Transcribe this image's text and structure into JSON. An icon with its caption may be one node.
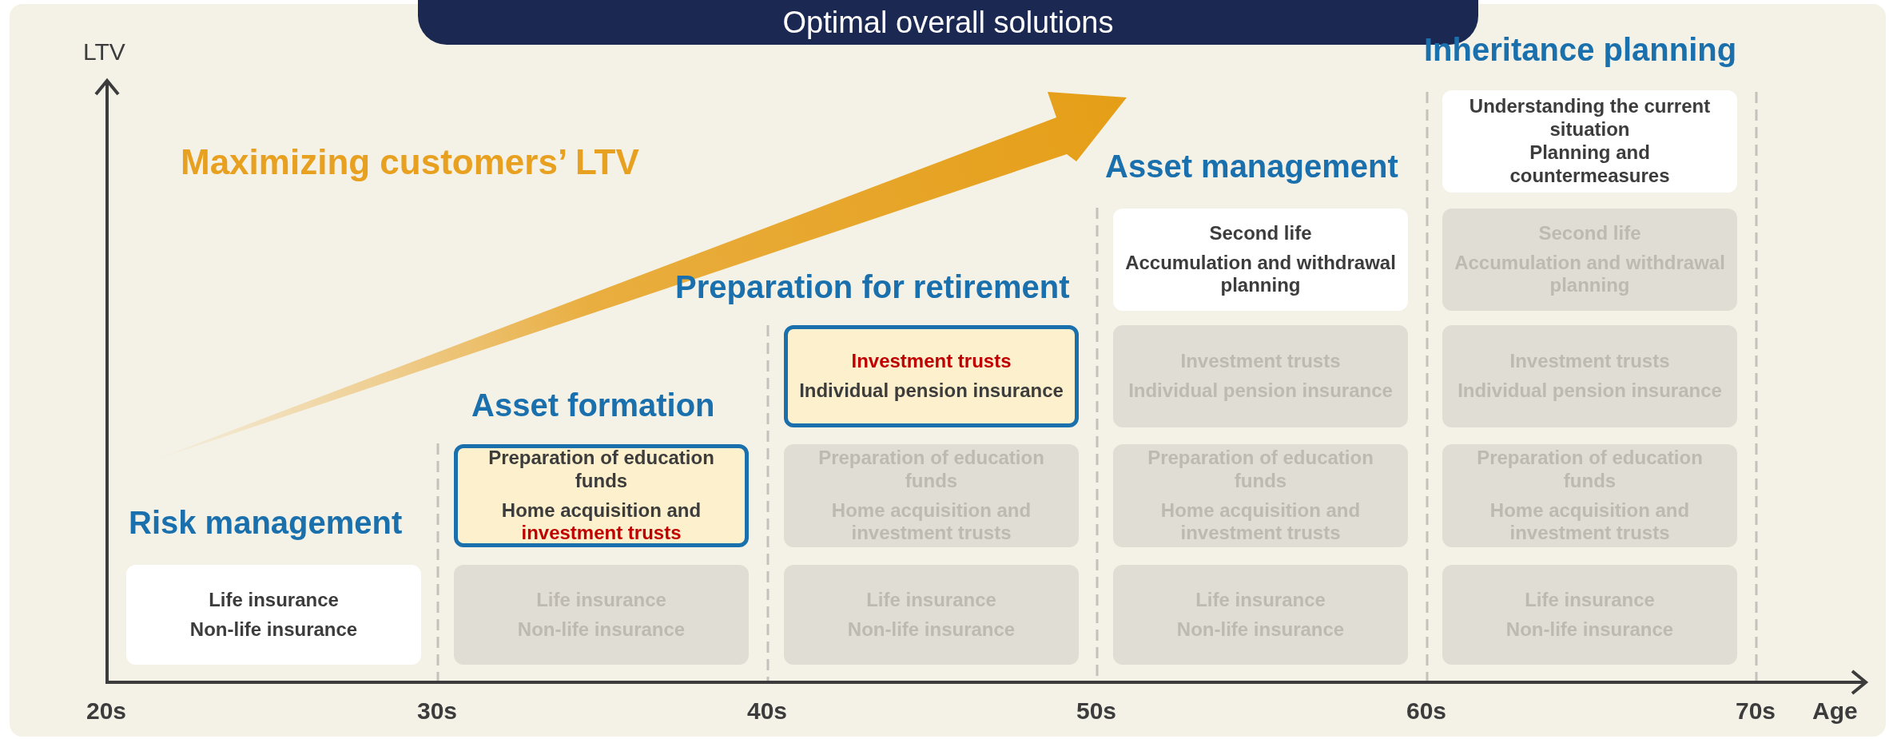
{
  "diagram": {
    "title": "Optimal overall solutions",
    "nodes": [
      {
        "text": [
          "Life insurance",
          "Non-life insurance"
        ],
        "beside": [
          "Risk management"
        ]
      },
      {
        "text": [
          "Life insurance",
          "Non-life insurance"
        ]
      },
      {
        "text": [
          "Preparation of education funds",
          "Home acquisition and",
          "investment trusts"
        ],
        "beside": [
          "Asset formation"
        ]
      },
      {
        "text": [
          "Life insurance",
          "Non-life insurance"
        ]
      },
      {
        "text": [
          "Preparation of education funds",
          "Home acquisition and investment trusts"
        ]
      },
      {
        "text": [
          "Investment trusts",
          "Individual pension insurance"
        ],
        "beside": [
          "Preparation for retirement"
        ]
      },
      {
        "text": [
          "Life insurance",
          "Non-life insurance"
        ]
      },
      {
        "text": [
          "Preparation of education funds",
          "Home acquisition and investment trusts"
        ]
      },
      {
        "text": [
          "Investment trusts",
          "Individual pension insurance"
        ]
      },
      {
        "text": [
          "Second life",
          "Accumulation and withdrawal planning"
        ],
        "beside": [
          "Asset management"
        ]
      },
      {
        "text": [
          "Life insurance",
          "Non-life insurance"
        ]
      },
      {
        "text": [
          "Preparation of education funds",
          "Home acquisition and investment trusts"
        ]
      },
      {
        "text": [
          "Investment trusts",
          "Individual pension insurance"
        ]
      },
      {
        "text": [
          "Second life",
          "Accumulation and withdrawal planning"
        ]
      },
      {
        "text": [
          "Understanding the current situation",
          "Planning and countermeasures"
        ],
        "beside": [
          "Inheritance planning"
        ]
      }
    ],
    "labels": [
      "LTV",
      "Maximizing customers’ LTV",
      "20s",
      "30s",
      "40s",
      "50s",
      "60s",
      "70s",
      "Age"
    ]
  }
}
